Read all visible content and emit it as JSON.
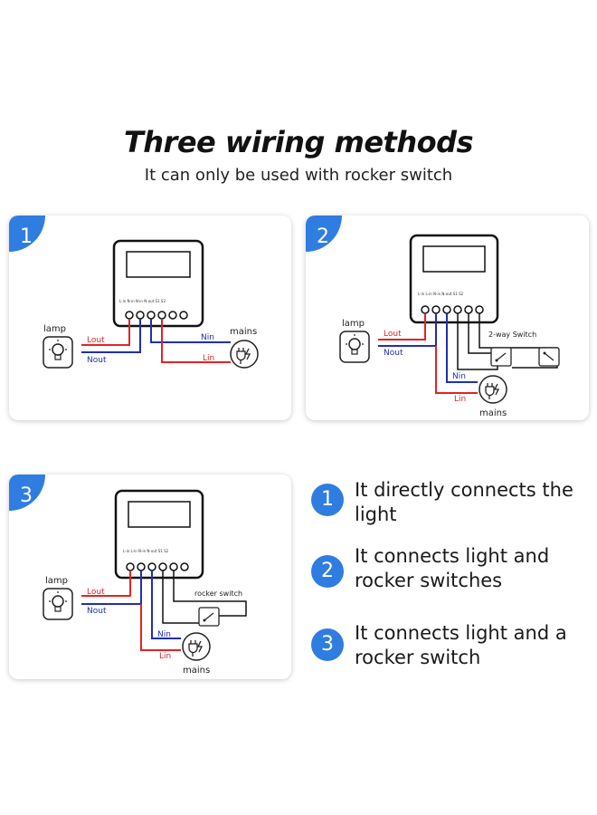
{
  "header": {
    "title": "Three wiring methods",
    "subtitle": "It can only be used with rocker switch"
  },
  "diagrams": [
    {
      "number": "1",
      "lamp": "lamp",
      "mains": "mains",
      "wires": {
        "lout": "Lout",
        "nout": "Nout",
        "nin": "Nin",
        "lin": "Lin"
      }
    },
    {
      "number": "2",
      "lamp": "lamp",
      "mains": "mains",
      "switch_label": "2-way Switch",
      "wires": {
        "lout": "Lout",
        "nout": "Nout",
        "nin": "Nin",
        "lin": "Lin"
      }
    },
    {
      "number": "3",
      "lamp": "lamp",
      "mains": "mains",
      "switch_label": "rocker switch",
      "wires": {
        "lout": "Lout",
        "nout": "Nout",
        "nin": "Nin",
        "lin": "Lin"
      }
    }
  ],
  "methods": [
    {
      "number": "1",
      "text": "It directly connects the light"
    },
    {
      "number": "2",
      "text": "It connects light and rocker switches"
    },
    {
      "number": "3",
      "text": "It connects light and a rocker switch"
    }
  ],
  "colors": {
    "live": "#e02424",
    "neutral": "#1f2fb0",
    "accent": "#2f7de1"
  },
  "icons": [
    "lamp-bulb-icon",
    "mains-plug-icon",
    "rocker-switch-icon"
  ]
}
